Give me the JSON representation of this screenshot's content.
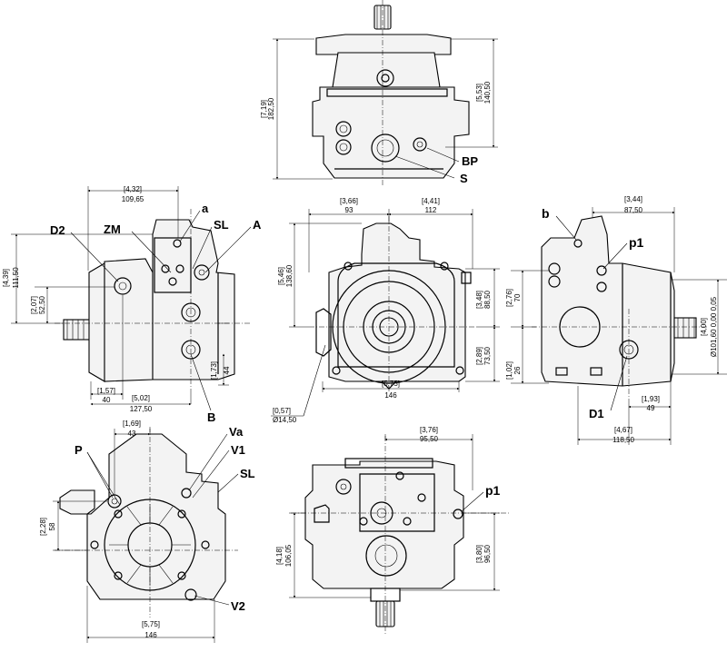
{
  "ports": {
    "BP": "BP",
    "S": "S",
    "a": "a",
    "SL": "SL",
    "A": "A",
    "ZM": "ZM",
    "D2": "D2",
    "B": "B",
    "b": "b",
    "p1": "p1",
    "D1": "D1",
    "P": "P",
    "Va": "Va",
    "V1": "V1",
    "SL2": "SL",
    "V2": "V2",
    "p1_bottom": "p1"
  },
  "dims": {
    "top_h_in": "[7,19]",
    "top_h_mm": "182,50",
    "top_r_in": "[5,53]",
    "top_r_mm": "140,50",
    "left_w_in": "[4,32]",
    "left_w_mm": "109,65",
    "left_h1_in": "[4,39]",
    "left_h1_mm": "111,50",
    "left_h2_in": "[2,07]",
    "left_h2_mm": "52,50",
    "left_b1_in": "[1,57]",
    "left_b1_mm": "40",
    "left_b2_in": "[5,02]",
    "left_b2_mm": "127,50",
    "left_r_in": "[1,73]",
    "left_r_mm": "44",
    "ctr_w1_in": "[3,66]",
    "ctr_w1_mm": "93",
    "ctr_w2_in": "[4,41]",
    "ctr_w2_mm": "112",
    "ctr_h1_in": "[5,46]",
    "ctr_h1_mm": "138,60",
    "ctr_r1_in": "[3,48]",
    "ctr_r1_mm": "88,50",
    "ctr_r2_in": "[2,89]",
    "ctr_r2_mm": "73,50",
    "ctr_b_in": "[5,75]",
    "ctr_b_mm": "146",
    "ctr_d_in": "[0,57]",
    "ctr_d_mm": "Ø14,50",
    "right_w_in": "[3,44]",
    "right_w_mm": "87,50",
    "right_h1_in": "[2,76]",
    "right_h1_mm": "70",
    "right_h2_in": "[1,02]",
    "right_h2_mm": "26",
    "right_r_in": "[4,00]",
    "right_r_mm": "Ø101,60 0,00 0,05",
    "right_b1_in": "[1,93]",
    "right_b1_mm": "49",
    "right_b2_in": "[4,67]",
    "right_b2_mm": "118,50",
    "bl_w_in": "[1,69]",
    "bl_w_mm": "43",
    "bl_h_in": "[2,28]",
    "bl_h_mm": "58",
    "bl_b_in": "[5,75]",
    "bl_b_mm": "146",
    "bc_w_in": "[3,76]",
    "bc_w_mm": "95,50",
    "bc_h1_in": "[4,18]",
    "bc_h1_mm": "106,05",
    "bc_r_in": "[3,80]",
    "bc_r_mm": "96,50"
  }
}
